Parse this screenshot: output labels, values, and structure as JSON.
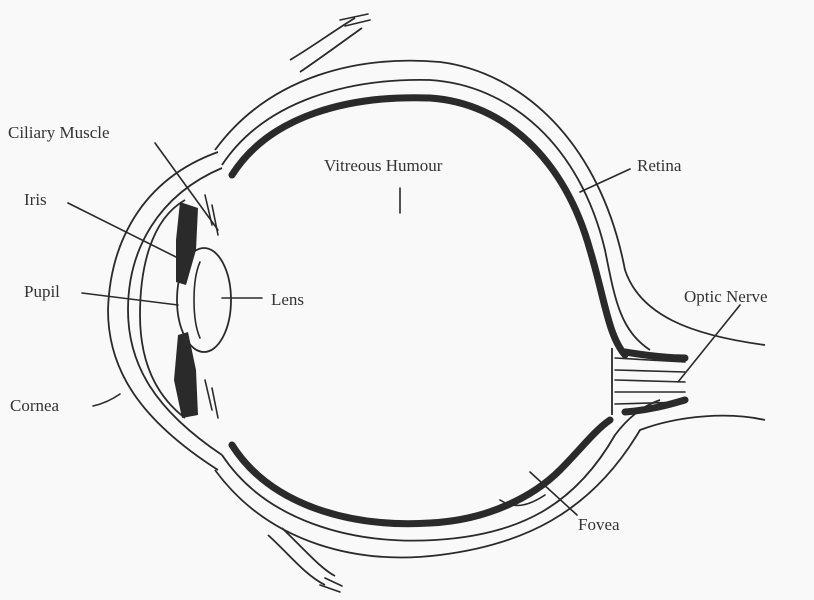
{
  "labels": {
    "ciliary_muscle": "Ciliary Muscle",
    "vitreous_humour": "Vitreous Humour",
    "retina": "Retina",
    "iris": "Iris",
    "pupil": "Pupil",
    "lens": "Lens",
    "optic_nerve": "Optic Nerve",
    "cornea": "Cornea",
    "fovea": "Fovea"
  },
  "colors": {
    "background": "#f9f9f9",
    "ink": "#2a2a2a",
    "text": "#333333"
  }
}
